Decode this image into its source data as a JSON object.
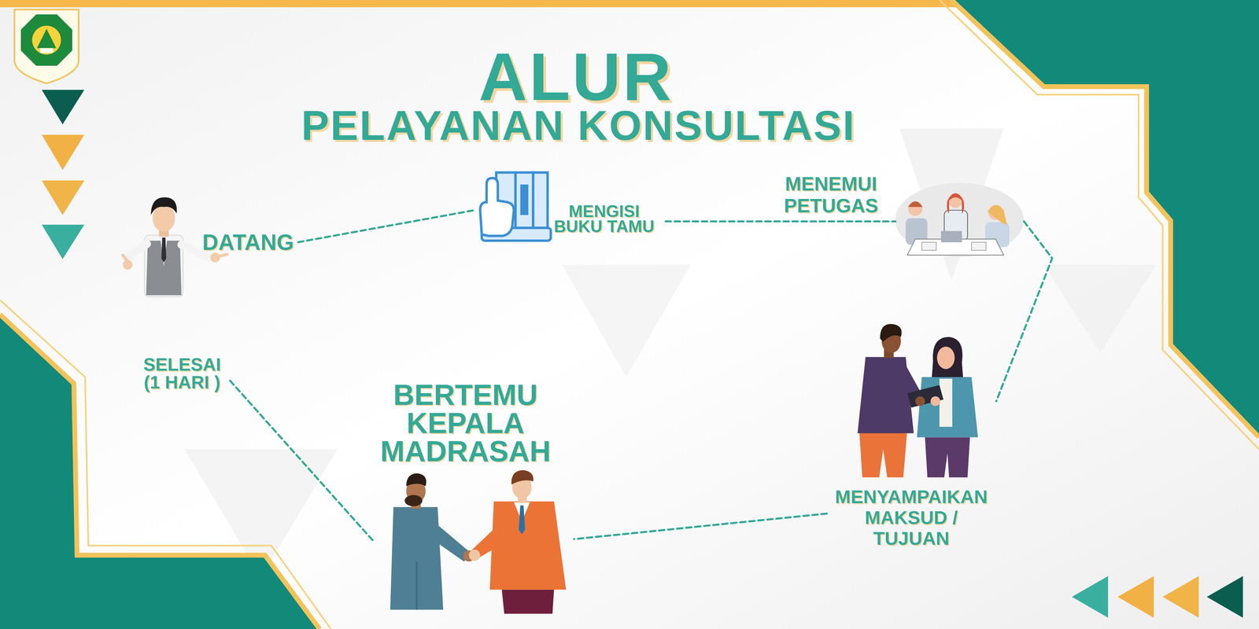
{
  "diagram": {
    "title": "ALUR",
    "nodes": [
      {
        "text": [
          "DATANG"
        ]
      },
      {
        "text": [
          "MENGISI BUKU TAMU"
        ]
      },
      {
        "text": [
          "MENEMUI PETUGAS"
        ]
      },
      {
        "text": [
          "MENYAMPAIKAN MAKSUD / TUJUAN"
        ]
      },
      {
        "text": [
          "BERTEMU KEPALA MADRASAH"
        ]
      },
      {
        "text": [
          "SELESAI (1 HARI )"
        ]
      }
    ],
    "edges": [
      {
        "from": 0,
        "to": 1,
        "arrow": "none"
      },
      {
        "from": 1,
        "to": 2,
        "arrow": "none"
      },
      {
        "from": 2,
        "to": 3,
        "arrow": "none"
      },
      {
        "from": 3,
        "to": 4,
        "arrow": "none"
      },
      {
        "from": 4,
        "to": 5,
        "arrow": "none"
      }
    ],
    "labels": [
      "PELAYANAN KONSULTASI"
    ]
  }
}
